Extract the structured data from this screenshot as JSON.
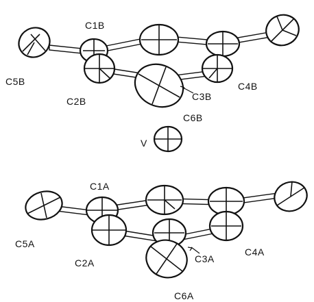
{
  "atoms": {
    "c1b": "C1B",
    "c2b": "C2B",
    "c3b": "C3B",
    "c4b": "C4B",
    "c5b": "C5B",
    "c6b": "C6B",
    "v": "V",
    "c1a": "C1A",
    "c2a": "C2A",
    "c3a": "C3A",
    "c4a": "C4A",
    "c5a": "C5A",
    "c6a": "C6A"
  }
}
